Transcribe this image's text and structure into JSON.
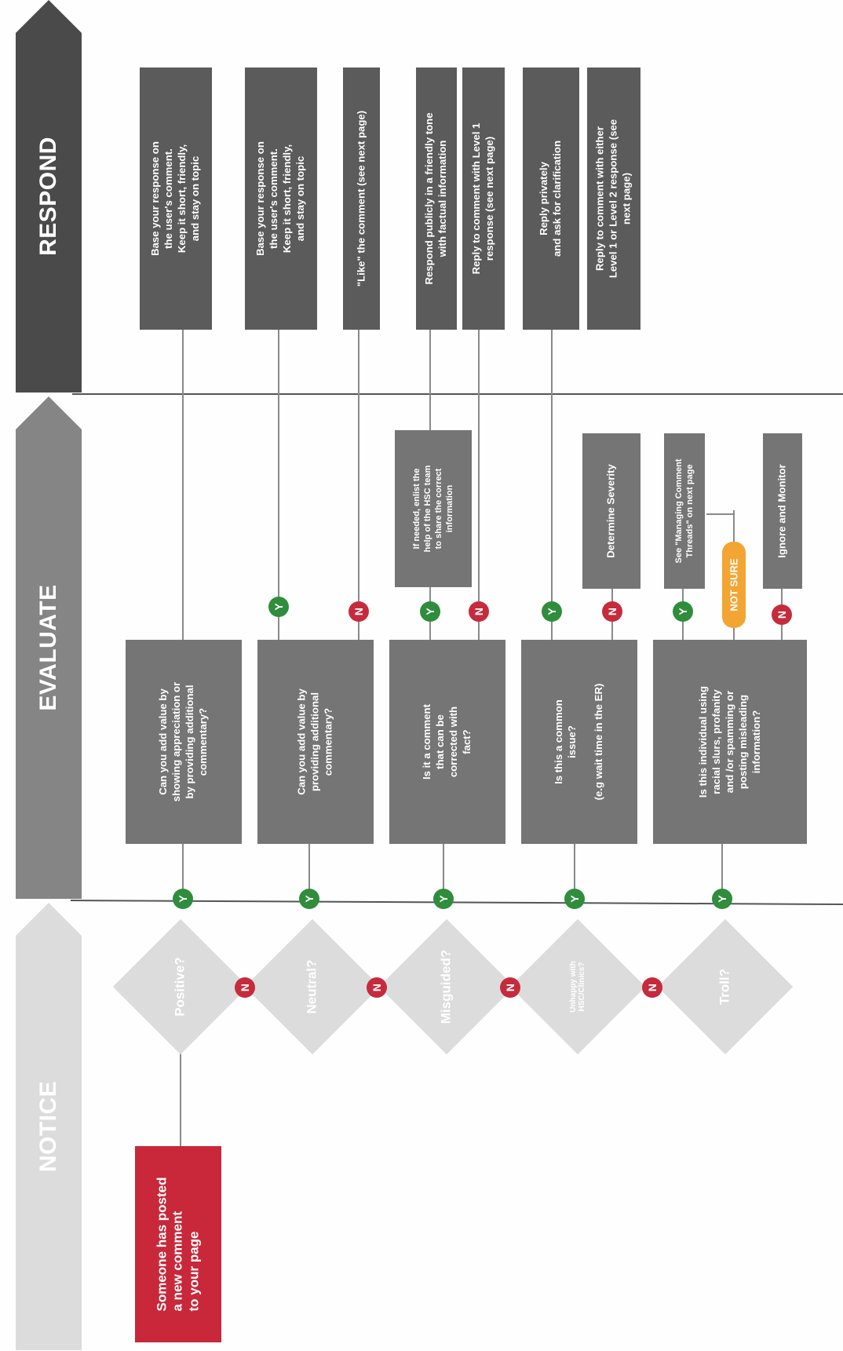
{
  "stages": {
    "respond": "RESPOND",
    "evaluate": "EVALUATE",
    "notice": "NOTICE"
  },
  "start": {
    "line1": "Someone has posted",
    "line2": "a new comment",
    "line3": "to your page"
  },
  "notice": {
    "positive": "Positive?",
    "neutral": "Neutral?",
    "misguided": "Misguided?",
    "unhappy_line1": "Unhappy with",
    "unhappy_line2": "HSC/Clinics?",
    "troll": "Troll?"
  },
  "connectors": {
    "yes": "Y",
    "no": "N",
    "not_sure": "NOT SURE"
  },
  "evaluate": {
    "q_positive": {
      "l1": "Can you add value by",
      "l2": "showing appreciation or",
      "l3": "by providing additional",
      "l4": "commentary?"
    },
    "q_neutral": {
      "l1": "Can you add value by",
      "l2": "providing additional",
      "l3": "commentary?"
    },
    "q_misguided": {
      "l1": "Is it a comment",
      "l2": "that  can be",
      "l3": "corrected  with",
      "l4": "fact?"
    },
    "q_unhappy": {
      "l1": "Is this a common",
      "l2": "issue?",
      "l3": "(e.g wait time in the ER)"
    },
    "q_troll": {
      "l1": "Is this individual using",
      "l2": "racial slurs, profanity",
      "l3": "and /or  spamming or",
      "l4": "posting  misleading",
      "l5": "information?"
    },
    "enlist": {
      "l1": "If needed, enlist the",
      "l2": "help of the HSC team",
      "l3": "to share the correct",
      "l4": "information"
    },
    "severity": "Determine Severity",
    "threads": {
      "l1": "See \"Managing Comment",
      "l2": "Threads\" on next page"
    },
    "ignore": "Ignore and Monitor"
  },
  "respond": {
    "r1": {
      "l1": "Base your response on",
      "l2": "the user's comment.",
      "l3": "Keep it short, friendly,",
      "l4": "and stay on topic"
    },
    "r2": {
      "l1": "Base your response on",
      "l2": "the user's comment.",
      "l3": "Keep it short, friendly,",
      "l4": "and stay on topic"
    },
    "r3": "\"Like\" the comment (see next page)",
    "r4": {
      "l1": "Respond publicly in a friendly tone",
      "l2": "with factual information"
    },
    "r5": {
      "l1": "Reply to comment with Level 1",
      "l2": "response (see next page)"
    },
    "r6": {
      "l1": "Reply  privately",
      "l2": "and ask for clarification"
    },
    "r7": {
      "l1": "Reply to comment with either",
      "l2": "Level 1 or Level 2 response  (see",
      "l3": "next page)"
    }
  },
  "colors": {
    "dark_box": "#5b5b5b",
    "mid_box": "#757575",
    "diamond": "#dcdcdc",
    "yes": "#2f8d3c",
    "no": "#c62b3d",
    "not_sure": "#f3a533",
    "start": "#c8283a"
  }
}
